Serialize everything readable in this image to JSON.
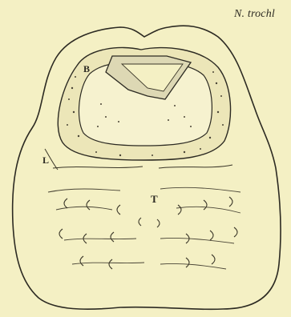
{
  "figure": {
    "title_label": "N. trochl",
    "region_labels": {
      "upper_left": "B",
      "lateral": "L",
      "central": "T"
    }
  },
  "colors": {
    "background": "#f4f0c4",
    "ink": "#2c2a22",
    "stipple": "#4a4536",
    "shade": "#d9d4b0"
  }
}
